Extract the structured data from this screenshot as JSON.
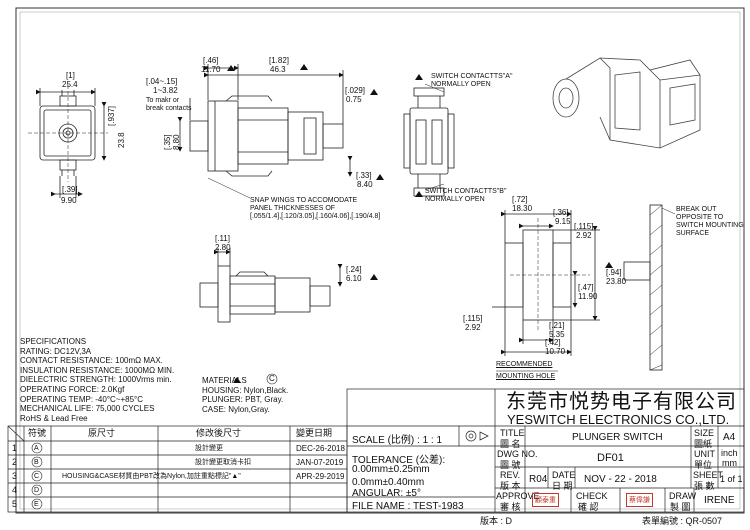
{
  "dimensions": {
    "d1_in": "[1]",
    "d1_mm": "25.4",
    "d937_in": "[.937]",
    "d937_mm": "23.8",
    "d39_in": "[.39]",
    "d39_mm": "9.90",
    "d46_in": "[.46]",
    "d46_mm": "11.70",
    "d182_in": "[1.82]",
    "d182_mm": "46.3",
    "panel_in": "[.04~.15]",
    "panel_mm": "1~3.82",
    "panel_note1": "To makr or",
    "panel_note2": "break contacts",
    "d029_in": "[.029]",
    "d029_mm": "0.75",
    "d35_in": "[.35]",
    "d35_mm": "8.80",
    "d33_in": "[.33]",
    "d33_mm": "8.40",
    "d11_in": "[.11]",
    "d11_mm": "2.80",
    "d24_in": "[.24]",
    "d24_mm": "6.10",
    "d72_in": "[.72]",
    "d72_mm": "18.30",
    "d36_in": "[.36]",
    "d36_mm": "9.15",
    "d115a_in": "[.115]",
    "d115a_mm": "2.92",
    "d94_in": "[.94]",
    "d94_mm": "23.80",
    "d47_in": "[.47]",
    "d47_mm": "11.90",
    "d115b_in": "[.115]",
    "d115b_mm": "2.92",
    "d21_in": "[.21]",
    "d21_mm": "5.35",
    "d42_in": "[.42]",
    "d42_mm": "10.70"
  },
  "notes": {
    "contact_a1": "SWITCH CONTACTTS\"A\"",
    "contact_a2": "NORMALLY OPEN",
    "contact_b1": "SWITCH CONTACTTS\"B\"",
    "contact_b2": "NORMALLY OPEN",
    "snap1": "SNAP WINGS TO ACCOMODATE",
    "snap2": "PANEL THICKNESSES OF",
    "snap3": "[.055/1.4],[.120/3.05],[.160/4.06],[.190/4.8]",
    "breakout1": "BREAK OUT",
    "breakout2": "OPPOSITE TO",
    "breakout3": "SWITCH MOUNTING",
    "breakout4": "SURFACE",
    "recommended": "RECOMMENDED",
    "mounting_hole": "MOUNTING HOLE"
  },
  "specs": {
    "heading": "SPECIFICATIONS",
    "items": [
      "RATING: DC12V,3A",
      "CONTACT RESISTANCE: 100mΩ MAX.",
      "INSULATION RESISTANCE: 1000MΩ MIN.",
      "DIELECTRIC STRENGTH: 1000Vrms min.",
      "OPERATING FORCE: 2.0Kgf",
      "OPERATING TEMP: -40°C~+85°C",
      "MECHANICAL LIFE: 75,000 CYCLES",
      "RoHS & Lead Free"
    ]
  },
  "materials": {
    "heading": "MATERIALS",
    "symbol": "C",
    "items": [
      "HOUSING: Nylon,Black.",
      "PLUNGER: PBT, Gray.",
      "CASE: Nylon,Gray."
    ]
  },
  "revision_table": {
    "headers": [
      "符號",
      "原尺寸",
      "修改後尺寸",
      "變更日期"
    ],
    "rows": [
      {
        "sym": "A",
        "orig": "",
        "mod": "設計變更",
        "date": "DEC-26-2018"
      },
      {
        "sym": "B",
        "orig": "",
        "mod": "設計變更取消卡扣",
        "date": "JAN-07-2019"
      },
      {
        "sym": "C",
        "orig": "HOUSING&CASE材質由PBT改為Nylon,加註重點標記\"▲\"",
        "mod": "",
        "date": "APR-29-2019"
      },
      {
        "sym": "D",
        "orig": "",
        "mod": "",
        "date": ""
      },
      {
        "sym": "E",
        "orig": "",
        "mod": "",
        "date": ""
      }
    ]
  },
  "title_block": {
    "company_cn": "东莞市悦势电子有限公司",
    "company_en": "YESWITCH ELECTRONICS CO.,LTD.",
    "title_label": "TITLE",
    "title_label_cn": "圖 名",
    "title": "PLUNGER SWITCH",
    "size_label": "SIZE",
    "size_label_cn": "圖紙",
    "size": "A4",
    "dwg_label": "DWG NO.",
    "dwg_label_cn": "圖 號",
    "dwg_no": "DF01",
    "unit_label": "UNIT",
    "unit_label_cn": "單位",
    "unit1": "inch",
    "unit2": "mm",
    "rev_label": "REV.",
    "rev_label_cn": "版 本",
    "rev": "R04",
    "date_label": "DATE",
    "date_label_cn": "日 期",
    "date": "NOV - 22 - 2018",
    "sheet_label": "SHEET",
    "sheet_label_cn": "張 數",
    "sheet": "1 of 1",
    "approve_label": "APPROVE",
    "approve_label_cn": "審 核",
    "check_label": "CHECK",
    "check_label_cn": "確 認",
    "draw_label": "DRAW",
    "draw_label_cn": "製 圖",
    "drawer": "IRENE",
    "approve_seal": "顧泰重",
    "check_seal": "蔡偉謙",
    "scale": "SCALE (比例) :  1 : 1",
    "tolerance_title": "TOLERANCE (公差):",
    "tol1": "0.00mm±0.25mm",
    "tol2": "0.0mm±0.40mm",
    "angular": "ANGULAR: ±5°",
    "file_name": "FILE NAME : TEST-1983"
  },
  "footer": {
    "version": "版本 : D",
    "form_no": "表單編號 : QR-0507"
  }
}
